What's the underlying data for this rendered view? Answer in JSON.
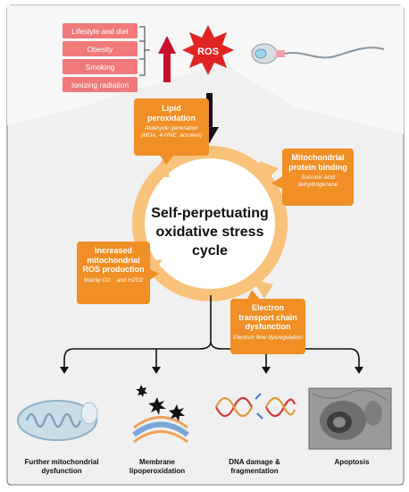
{
  "causes": [
    "Lifestyle and diet",
    "Obesity",
    "Smoking",
    "Ionizing radiation"
  ],
  "ros_label": "ROS",
  "boxes": {
    "lipid": {
      "title": "Lipid peroxidation",
      "sub": "Aldehyde generation (MDA, 4-HNE, acrolein)"
    },
    "mito_binding": {
      "title": "Mitochondrial protein binding",
      "sub": "Succinic acid dehydrogenase"
    },
    "increased_ros": {
      "title": "Increased mitochondrial ROS production",
      "sub": "Mainly O2·⁻ and H2O2"
    },
    "etc": {
      "title": "Electron transport chain dysfunction",
      "sub": "Electron flow dysregulation"
    }
  },
  "center_text": "Self-perpetuating oxidative stress cycle",
  "outcomes": [
    "Further mitochondrial dysfunction",
    "Membrane lipoperoxidation",
    "DNA damage & fragmentation",
    "Apoptosis"
  ],
  "colors": {
    "cause_fill": "#f0797a",
    "ros_star": "#e02424",
    "box_orange": "#ef8f25",
    "cycle_ring": "#f8c27a",
    "arrow_red": "#c8102e",
    "background": "#f0f0f0"
  },
  "icons": [
    "sperm-icon",
    "mitochondrion-icon",
    "membrane-icon",
    "dna-icon",
    "apoptosis-micrograph-icon"
  ]
}
